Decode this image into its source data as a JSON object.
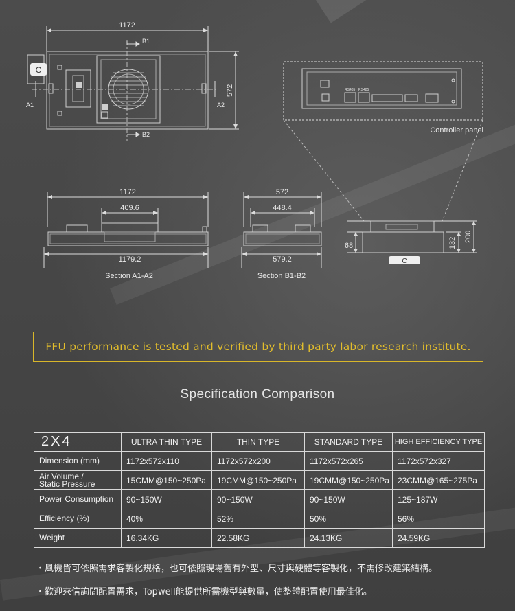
{
  "drawing": {
    "top_view": {
      "width_dim": "1172",
      "height_dim": "572",
      "marks": {
        "b1": "B1",
        "b2": "B2",
        "a1": "A1",
        "a2": "A2",
        "c": "C"
      }
    },
    "controller_panel": {
      "caption": "Controller panel",
      "port_labels": {
        "rs485_a": "RS485",
        "rs485_b": "RS485"
      }
    },
    "section_a": {
      "top_dim": "1172",
      "inner_dim": "409.6",
      "bottom_dim": "1179.2",
      "caption": "Section A1-A2"
    },
    "section_b": {
      "top_dim": "572",
      "inner_dim": "448.4",
      "bottom_dim": "579.2",
      "caption": "Section B1-B2"
    },
    "side_detail": {
      "left_dim": "68",
      "dim_132": "132",
      "dim_200": "200",
      "mark_c": "C"
    }
  },
  "notice": "FFU performance is tested and verified by third party labor research institute.",
  "spec_title": "Specification Comparison",
  "table": {
    "model": "2X4",
    "headers": [
      "ULTRA THIN TYPE",
      "THIN TYPE",
      "STANDARD TYPE",
      "HIGH EFFICIENCY TYPE"
    ],
    "rows": [
      {
        "label": "Dimension (mm)",
        "values": [
          "1172x572x110",
          "1172x572x200",
          "1172x572x265",
          "1172x572x327"
        ]
      },
      {
        "label_line1": "Air Volume /",
        "label_line2": "Static Pressure",
        "values": [
          "15CMM@150~250Pa",
          "19CMM@150~250Pa",
          "19CMM@150~250Pa",
          "23CMM@165~275Pa"
        ]
      },
      {
        "label": "Power Consumption",
        "values": [
          "90~150W",
          "90~150W",
          "90~150W",
          "125~187W"
        ]
      },
      {
        "label": "Efficiency (%)",
        "values": [
          "40%",
          "52%",
          "50%",
          "56%"
        ]
      },
      {
        "label": "Weight",
        "values": [
          "16.34KG",
          "22.58KG",
          "24.13KG",
          "24.59KG"
        ]
      }
    ]
  },
  "notes": [
    "・風機皆可依照需求客製化規格，也可依照現場舊有外型、尺寸與硬體等客製化，不需修改建築結構。",
    "・歡迎來信詢問配置需求，Topwell能提供所需機型與數量，使整體配置使用最佳化。"
  ],
  "colors": {
    "accent": "#e2bd2c",
    "background": "#4a4a4a",
    "line": "#d9d9d9"
  }
}
